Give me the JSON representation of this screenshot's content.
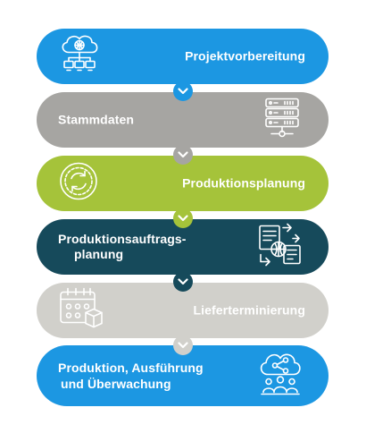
{
  "steps": [
    {
      "label": "Projektvorbereitung",
      "icon": "cloud-network-icon",
      "color": "#1c97e2"
    },
    {
      "label": "Stammdaten",
      "icon": "server-rack-icon",
      "color": "#a6a5a2"
    },
    {
      "label": "Produktionsplanung",
      "icon": "cycle-arrows-icon",
      "color": "#a5c33a"
    },
    {
      "label_line1": "Produktionsauftrags-",
      "label_line2": "planung",
      "icon": "documents-globe-icon",
      "color": "#164a5b"
    },
    {
      "label": "Lieferterminierung",
      "icon": "calendar-box-icon",
      "color": "#d1d0cb"
    },
    {
      "label_line1": "Produktion, Ausführung",
      "label_line2": "und Überwachung",
      "icon": "cloud-people-share-icon",
      "color": "#1c97e2"
    }
  ],
  "connector_icon": "chevron-down-icon"
}
